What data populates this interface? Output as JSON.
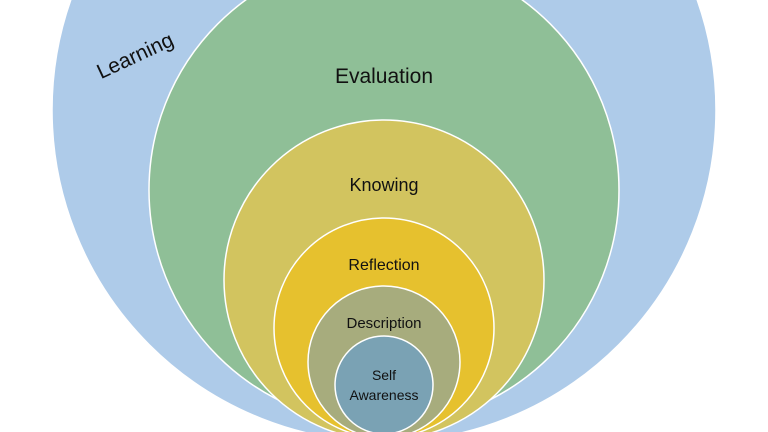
{
  "colors": {
    "learning": "#aecbe9",
    "evaluation": "#8fbf97",
    "knowing": "#d2c45f",
    "reflection": "#e6c12e",
    "description": "#a7ac7d",
    "self_awareness": "#7aa2b4"
  },
  "labels": {
    "learning": "Learning",
    "evaluation": "Evaluation",
    "knowing": "Knowing",
    "reflection": "Reflection",
    "description": "Description",
    "self_awareness_line1": "Self",
    "self_awareness_line2": "Awareness"
  }
}
